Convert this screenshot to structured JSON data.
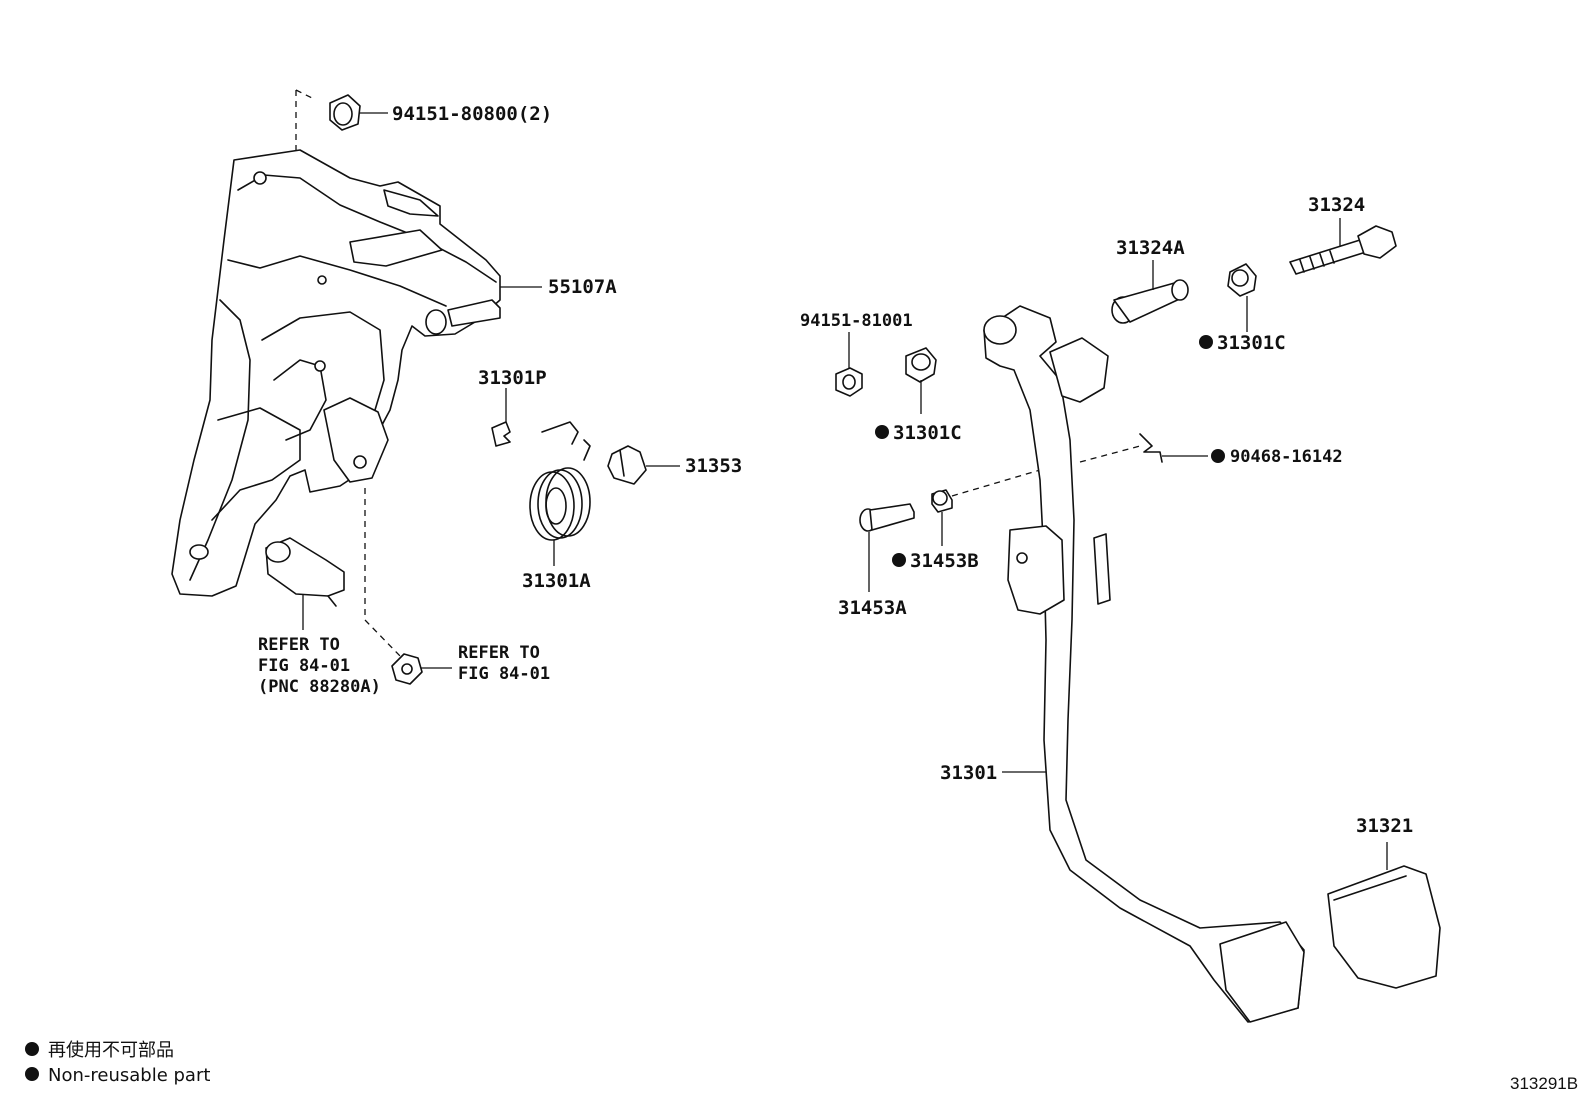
{
  "diagram": {
    "callouts": {
      "bracket_nut": "94151-80800(2)",
      "bracket_assy": "55107A",
      "clip": "31301P",
      "spring": "31301A",
      "stopper": "31353",
      "switch_ref_line1": "REFER TO",
      "switch_ref_line2": "FIG 84-01",
      "switch_ref_line3": "(PNC 88280A)",
      "nut_ref_line1": "REFER TO",
      "nut_ref_line2": "FIG 84-01",
      "pedal_nut": "94151-81001",
      "bushing_left": "31301C",
      "pin": "31453A",
      "pin_bushing": "31453B",
      "collar": "31324A",
      "bolt": "31324",
      "bushing_right": "31301C",
      "clip_pin": "90468-16142",
      "pedal_arm": "31301",
      "pedal_pad": "31321"
    },
    "legend": {
      "japanese": "再使用不可部品",
      "english": "Non-reusable part"
    },
    "figure_number": "313291B"
  }
}
